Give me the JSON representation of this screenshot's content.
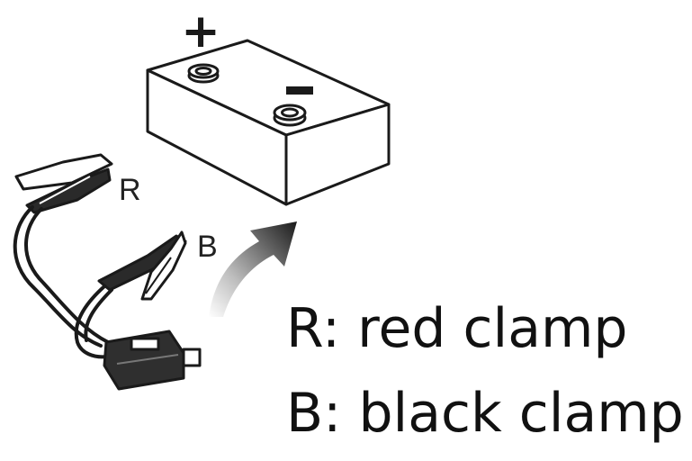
{
  "labels": {
    "plus": "+",
    "minus": "-",
    "r": "R",
    "b": "B"
  },
  "legend": [
    "R: red clamp",
    "B: black clamp"
  ],
  "icons": [
    "battery-icon",
    "red-clamp-icon",
    "black-clamp-icon",
    "connector-plug-icon",
    "curved-arrow-icon"
  ]
}
